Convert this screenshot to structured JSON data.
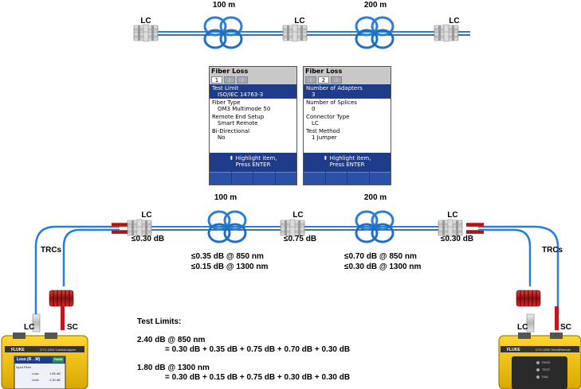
{
  "top_chain": {
    "connector_label": "LC",
    "spool1_length": "100 m",
    "spool2_length": "200 m"
  },
  "screen_left": {
    "title": "Fiber Loss",
    "tabs": [
      "1",
      "2",
      "3"
    ],
    "active_tab": "1",
    "items": [
      {
        "label": "Test Limit",
        "value": "ISO/IEC 14763-3",
        "selected": true
      },
      {
        "label": "Fiber Type",
        "value": "OM3 Multimode 50",
        "selected": false
      },
      {
        "label": "Remote End Setup",
        "value": "Smart Remote",
        "selected": false
      },
      {
        "label": "Bi-Directional",
        "value": "No",
        "selected": false
      }
    ],
    "hint_line1": "Highlight item,",
    "hint_line2": "Press ENTER"
  },
  "screen_right": {
    "title": "Fiber Loss",
    "tabs": [
      "1",
      "2",
      "3"
    ],
    "active_tab": "2",
    "items": [
      {
        "label": "Number of Adapters",
        "value": "3",
        "selected": true
      },
      {
        "label": "Number of Splices",
        "value": "0",
        "selected": false
      },
      {
        "label": "Connector Type",
        "value": "LC",
        "selected": false
      },
      {
        "label": "Test Method",
        "value": "1 Jumper",
        "selected": false
      }
    ],
    "hint_line1": "Highlight item,",
    "hint_line2": "Press ENTER"
  },
  "bottom_chain": {
    "connector_label": "LC",
    "sc_label": "SC",
    "trc_label": "TRCs",
    "spool1_length": "100 m",
    "spool2_length": "200 m",
    "conn1_loss": "≤0.30 dB",
    "conn2_loss": "≤0.75 dB",
    "conn3_loss": "≤0.30 dB",
    "fiber1_loss_850": "≤0.35 dB @ 850 nm",
    "fiber1_loss_1300": "≤0.15 dB @ 1300 nm",
    "fiber2_loss_850": "≤0.70 dB @ 850 nm",
    "fiber2_loss_1300": "≤0.30 dB @ 1300 nm"
  },
  "test_limits": {
    "heading": "Test Limits:",
    "limit_850": "2.40 dB @ 850 nm",
    "sum_850": "= 0.30 dB + 0.35 dB + 0.75 dB + 0.70 dB + 0.30 dB",
    "limit_1300": "1.80 dB @ 1300 nm",
    "sum_1300": "= 0.30 dB + 0.15 dB + 0.75 dB + 0.30 dB + 0.30 dB"
  },
  "main_unit": {
    "brand": "FLUKE",
    "model": "DTX-1800 CableAnalyzer",
    "screen_title": "Loss (R→M)",
    "status": "PASS",
    "rows": [
      "Input Fiber",
      "Loss",
      "Limit"
    ],
    "values": [
      "",
      "1.85 dB",
      "2.40 dB"
    ]
  },
  "remote_unit": {
    "brand": "FLUKE",
    "model": "DTX-1800 SmartRemote",
    "leds": [
      "PASS",
      "TEST",
      "FAIL"
    ]
  },
  "colors": {
    "fiber_blue": "#2a7fd4",
    "fiber_dark": "#0d3e7a",
    "connector_gray": "#c8c8c8",
    "trc_red": "#c01818",
    "unit_yellow": "#f2c200",
    "screen_blue": "#1e3c8a"
  }
}
